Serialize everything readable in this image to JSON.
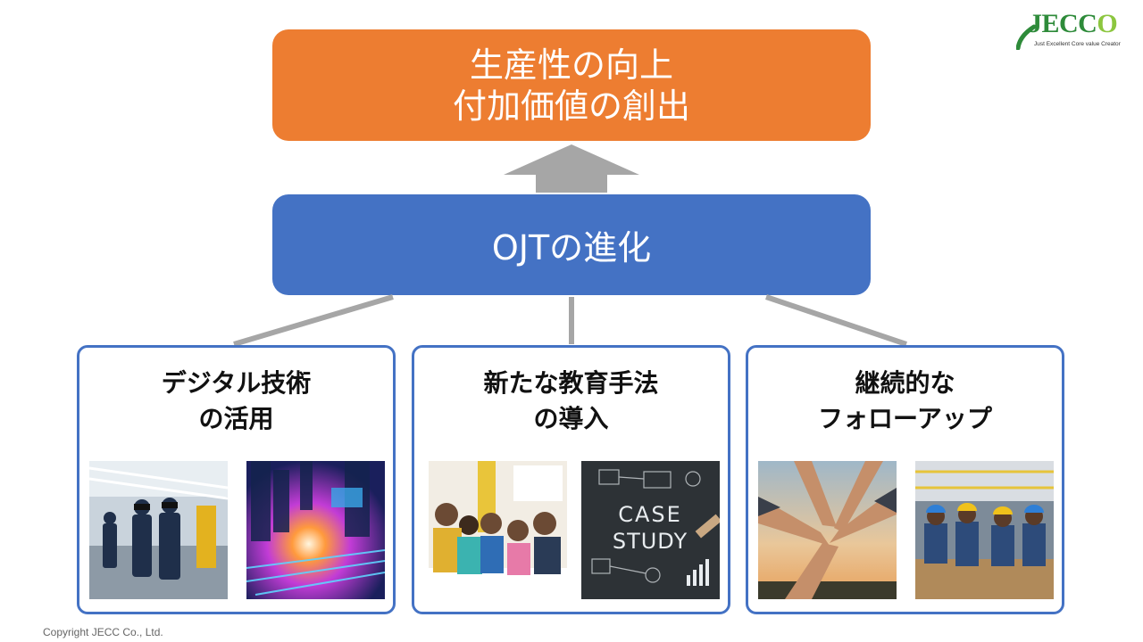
{
  "logo": {
    "brand_prefix": "JECC",
    "brand_suffix": "O",
    "tagline": "Just Excellent Core value Creator"
  },
  "goal": {
    "line1": "生産性の向上",
    "line2": "付加価値の創出"
  },
  "center": {
    "label": "OJTの進化"
  },
  "cards": [
    {
      "line1": "デジタル技術",
      "line2": "の活用"
    },
    {
      "line1": "新たな教育手法",
      "line2": "の導入"
    },
    {
      "line1": "継続的な",
      "line2": "フォローアップ"
    }
  ],
  "case_study": {
    "word1": "CASE",
    "word2": "STUDY"
  },
  "footer": {
    "copyright": "Copyright JECC Co., Ltd."
  },
  "colors": {
    "goal": "#ed7d31",
    "center": "#4472c4",
    "card_border": "#4472c4",
    "connector": "#a6a6a6"
  }
}
